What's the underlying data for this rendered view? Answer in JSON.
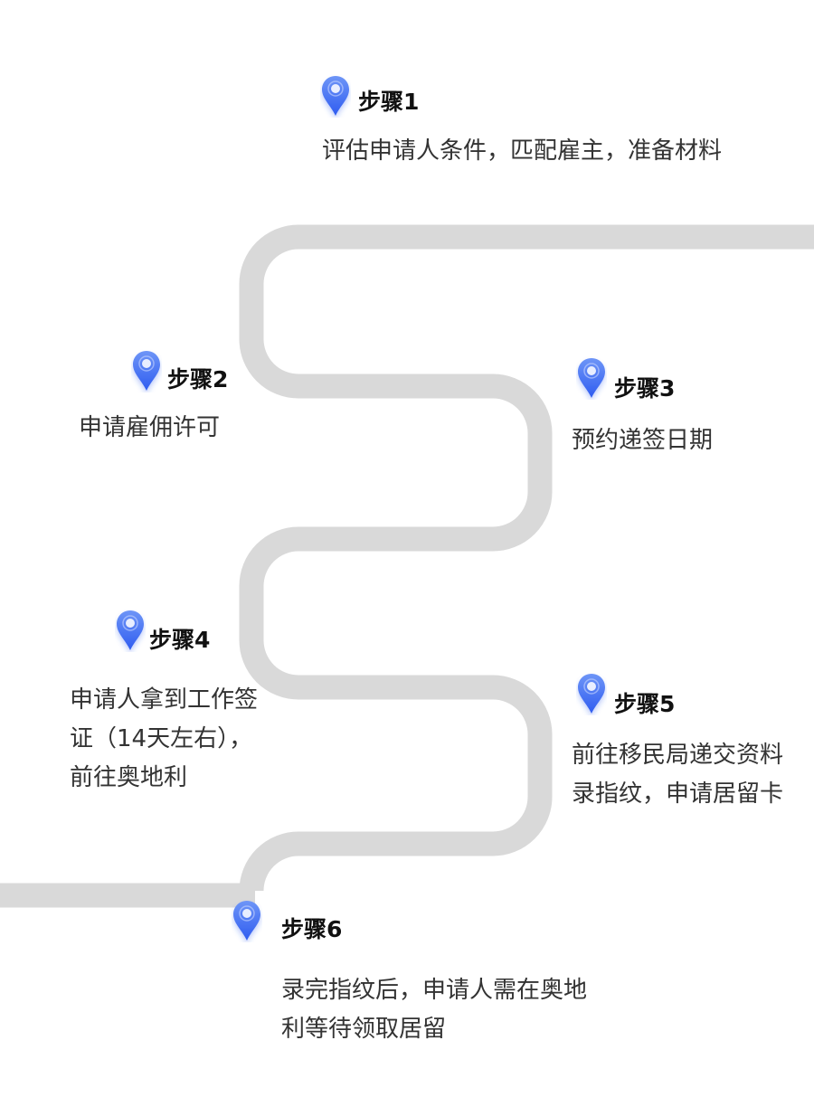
{
  "colors": {
    "road": "#d9d9d9",
    "pin_top": "#6e95f7",
    "pin_bottom": "#2f5cf0",
    "title": "#111111",
    "text": "#333333"
  },
  "steps": [
    {
      "title": "步骤1",
      "desc": "评估申请人条件，匹配雇主，准备材料",
      "icon": "location-pin-icon"
    },
    {
      "title": "步骤2",
      "desc": "申请雇佣许可",
      "icon": "location-pin-icon"
    },
    {
      "title": "步骤3",
      "desc": "预约递签日期",
      "icon": "location-pin-icon"
    },
    {
      "title": "步骤4",
      "desc": "申请人拿到工作签证（14天左右），前往奥地利",
      "icon": "location-pin-icon"
    },
    {
      "title": "步骤5",
      "desc": "前往移民局递交资料录指纹，申请居留卡",
      "icon": "location-pin-icon"
    },
    {
      "title": "步骤6",
      "desc": "录完指纹后，申请人需在奥地利等待领取居留",
      "icon": "location-pin-icon"
    }
  ]
}
